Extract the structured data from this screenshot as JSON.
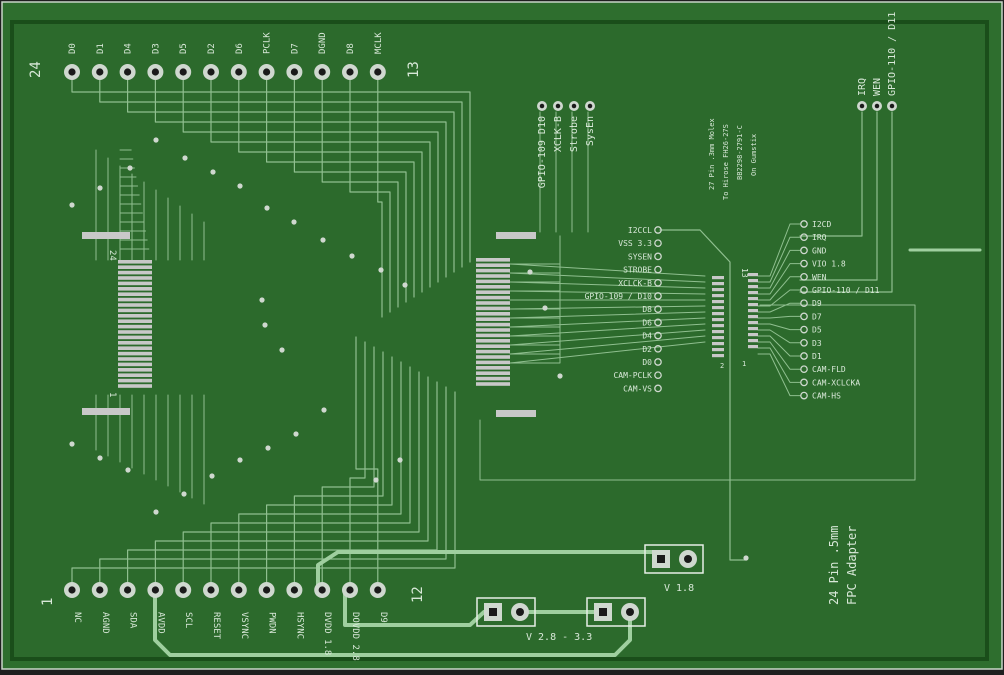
{
  "colors": {
    "background": "#1f1f1f",
    "board": "#2e6e2e",
    "board_edge": "#1a4e1a",
    "trace": "#8fbf8f",
    "pad": "#cfd8cf",
    "silk": "#e6eee6",
    "thick_trace": "#9fcf9f"
  },
  "corner_numbers": {
    "top_left": "24",
    "top_right": "13",
    "bottom_left": "1",
    "bottom_right": "12"
  },
  "top_pins": [
    "D0",
    "D1",
    "D4",
    "D3",
    "D5",
    "D2",
    "D6",
    "PCLK",
    "D7",
    "DGND",
    "D8",
    "MCLK"
  ],
  "bottom_pins": [
    "NC",
    "AGND",
    "SDA",
    "AVDD",
    "SCL",
    "RESET",
    "VSYNC",
    "PWDN",
    "HSYNC",
    "DVDD 1.8",
    "DOVDD 2.8",
    "D9"
  ],
  "top_connector_pins": [
    "GPIO-109 D10",
    "XCLK-B",
    "Strobe",
    "SysEn"
  ],
  "right_top_pins": [
    "IRQ",
    "WEN",
    "GPIO-110 / D11"
  ],
  "note_lines": [
    "27 Pin .3mm Molex",
    "To Hirose FH26-27S",
    "BB2298-2791-C",
    "On Gumstix"
  ],
  "left_labels": [
    "I2CCL",
    "VSS 3.3",
    "SYSEN",
    "STROBE",
    "XCLCK-B",
    "GPIO-109 / D10",
    "D8",
    "D6",
    "D4",
    "D2",
    "D0",
    "CAM-PCLK",
    "CAM-VS"
  ],
  "right_labels": [
    "I2CD",
    "IRQ",
    "GND",
    "VIO 1.8",
    "WEN",
    "GPIO-110 / D11",
    "D9",
    "D7",
    "D5",
    "D3",
    "D1",
    "CAM-FLD",
    "CAM-XCLCKA",
    "CAM-HS"
  ],
  "fpc_label": "24",
  "fpc_label_low": "1",
  "molex_label_top": "13",
  "molex_label_left": "2",
  "molex_label_right": "1",
  "jumpers": {
    "v18": "V 1.8",
    "v28": "V 2.8 - 3.3"
  },
  "title_lines": [
    "24 Pin .5mm",
    "FPC Adapter"
  ]
}
